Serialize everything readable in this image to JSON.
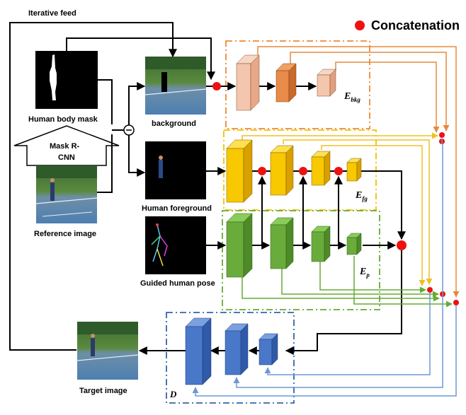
{
  "iterative_feed": "Iterative feed",
  "legend": {
    "label": "Concatenation",
    "color": "#ee1111"
  },
  "inputs": {
    "human_body_mask": "Human body mask",
    "mask_rcnn_line1": "Mask R-",
    "mask_rcnn_line2": "CNN",
    "reference_image": "Reference image",
    "background": "background",
    "human_foreground": "Human foreground",
    "guided_human_pose": "Guided human pose",
    "target_image": "Target image"
  },
  "encoders": {
    "bkg": {
      "symbol": "E",
      "subscript": "bkg",
      "box_color": "#ee8833"
    },
    "fg": {
      "symbol": "E",
      "subscript": "fg",
      "box_color": "#f2c200"
    },
    "p": {
      "symbol": "E",
      "subscript": "p",
      "box_color": "#66aa33"
    },
    "d": {
      "symbol": "D",
      "box_color": "#3366aa"
    }
  },
  "block_colors": {
    "bkg": [
      "#f5c6ae",
      "#e88a4a"
    ],
    "fg": [
      "#f8c800",
      "#e0a800"
    ],
    "p": [
      "#6aac3c",
      "#4e8a28"
    ],
    "d": [
      "#4a78c8",
      "#2f5aa8"
    ]
  },
  "line_colors": {
    "bkg": "#e8883a",
    "fg": "#f0c020",
    "p": "#66aa33",
    "d": "#7aa0d8"
  }
}
